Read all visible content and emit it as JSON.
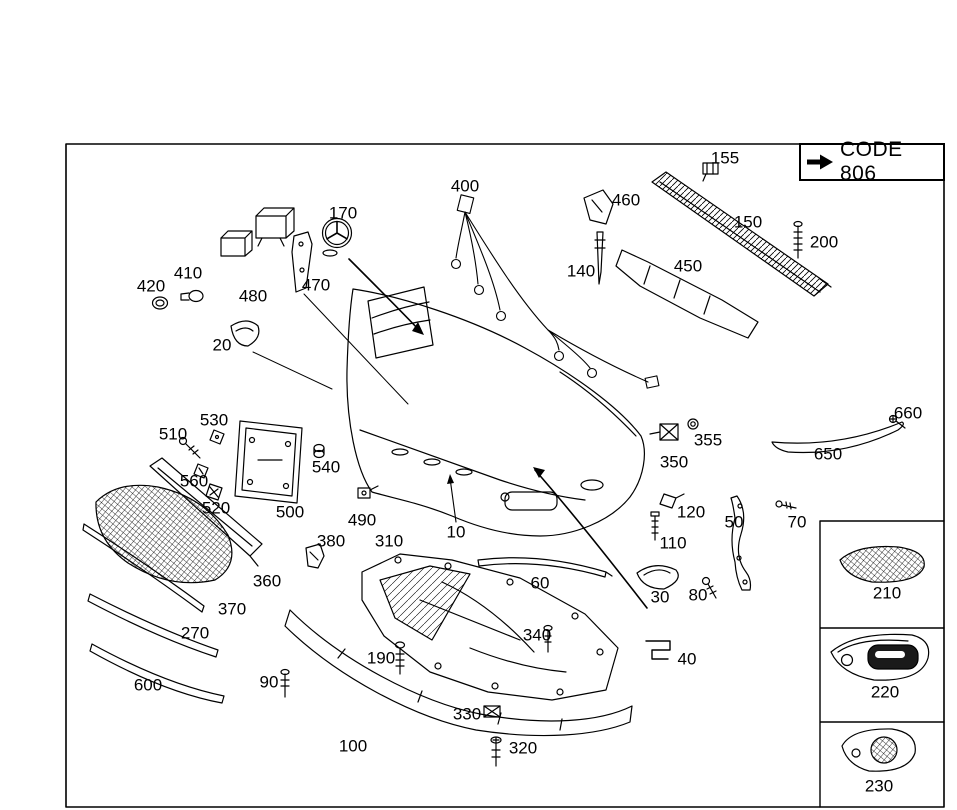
{
  "title": "Front bumper exploded parts diagram",
  "code_box": {
    "label": "CODE 806",
    "arrow_icon": "arrow-right"
  },
  "colors": {
    "line": "#000000",
    "background": "#ffffff",
    "insert_dark": "#1a1a1a"
  },
  "parts": {
    "p10": "10",
    "p20": "20",
    "p30": "30",
    "p40": "40",
    "p50": "50",
    "p60": "60",
    "p70": "70",
    "p80": "80",
    "p90": "90",
    "p100": "100",
    "p110": "110",
    "p120": "120",
    "p140": "140",
    "p150": "150",
    "p155": "155",
    "p170": "170",
    "p190": "190",
    "p200": "200",
    "p210": "210",
    "p220": "220",
    "p230": "230",
    "p270": "270",
    "p310": "310",
    "p320": "320",
    "p330": "330",
    "p340": "340",
    "p350": "350",
    "p355": "355",
    "p360": "360",
    "p370": "370",
    "p380": "380",
    "p400": "400",
    "p410": "410",
    "p420": "420",
    "p450": "450",
    "p460": "460",
    "p470": "470",
    "p480": "480",
    "p490": "490",
    "p500": "500",
    "p510": "510",
    "p520": "520",
    "p530": "530",
    "p540": "540",
    "p560": "560",
    "p600": "600",
    "p650": "650",
    "p660": "660"
  }
}
